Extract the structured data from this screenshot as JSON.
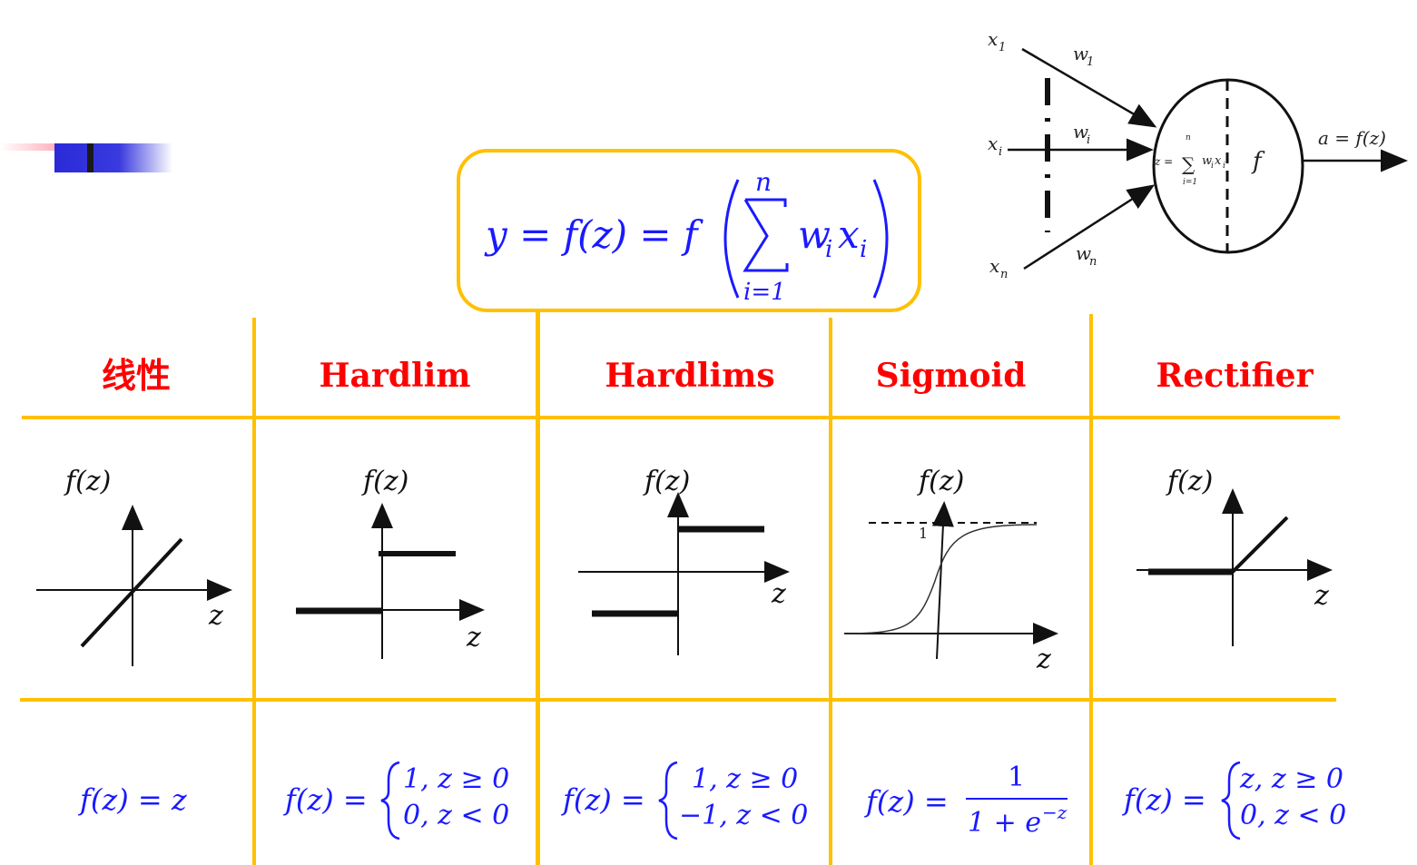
{
  "main_formula": {
    "lhs": "y = f(z) = f",
    "sum_top": "n",
    "sum_bottom": "i=1",
    "term_w": "w",
    "term_i1": "i",
    "term_x": "x",
    "term_i2": "i"
  },
  "neuron": {
    "x1": "x",
    "x1_sub": "1",
    "xi": "x",
    "xi_sub": "i",
    "xn": "x",
    "xn_sub": "n",
    "w1": "w",
    "w1_sub": "1",
    "wi": "w",
    "wi_sub": "i",
    "wn": "w",
    "wn_sub": "n",
    "z_eq": "z =",
    "sum_top": "n",
    "sum_bottom": "i=1",
    "sum_term": "w",
    "sum_term_i": "i",
    "sum_term_x": "x",
    "sum_term_i2": "i",
    "f": "f",
    "output": "a = f(z)"
  },
  "columns": [
    {
      "name": "线性"
    },
    {
      "name": "Hardlim"
    },
    {
      "name": "Hardlims"
    },
    {
      "name": "Sigmoid"
    },
    {
      "name": "Rectifier"
    }
  ],
  "plots": {
    "ylabel": "f(z)",
    "xlabel": "z",
    "sigmoid_one": "1"
  },
  "formulas": {
    "linear": "f(z) = z",
    "prefix": "f(z) =",
    "hardlim_1": "1, z ≥ 0",
    "hardlim_2": "0, z < 0",
    "hardlims_1": "1, z ≥ 0",
    "hardlims_2": "−1, z < 0",
    "sigmoid_num": "1",
    "sigmoid_den": "1 + e",
    "sigmoid_exp": "−z",
    "rect_1": "z, z ≥ 0",
    "rect_2": "0, z < 0"
  },
  "colors": {
    "accent": "#ffc000",
    "header": "#ff0000",
    "math": "#1a1aff"
  }
}
